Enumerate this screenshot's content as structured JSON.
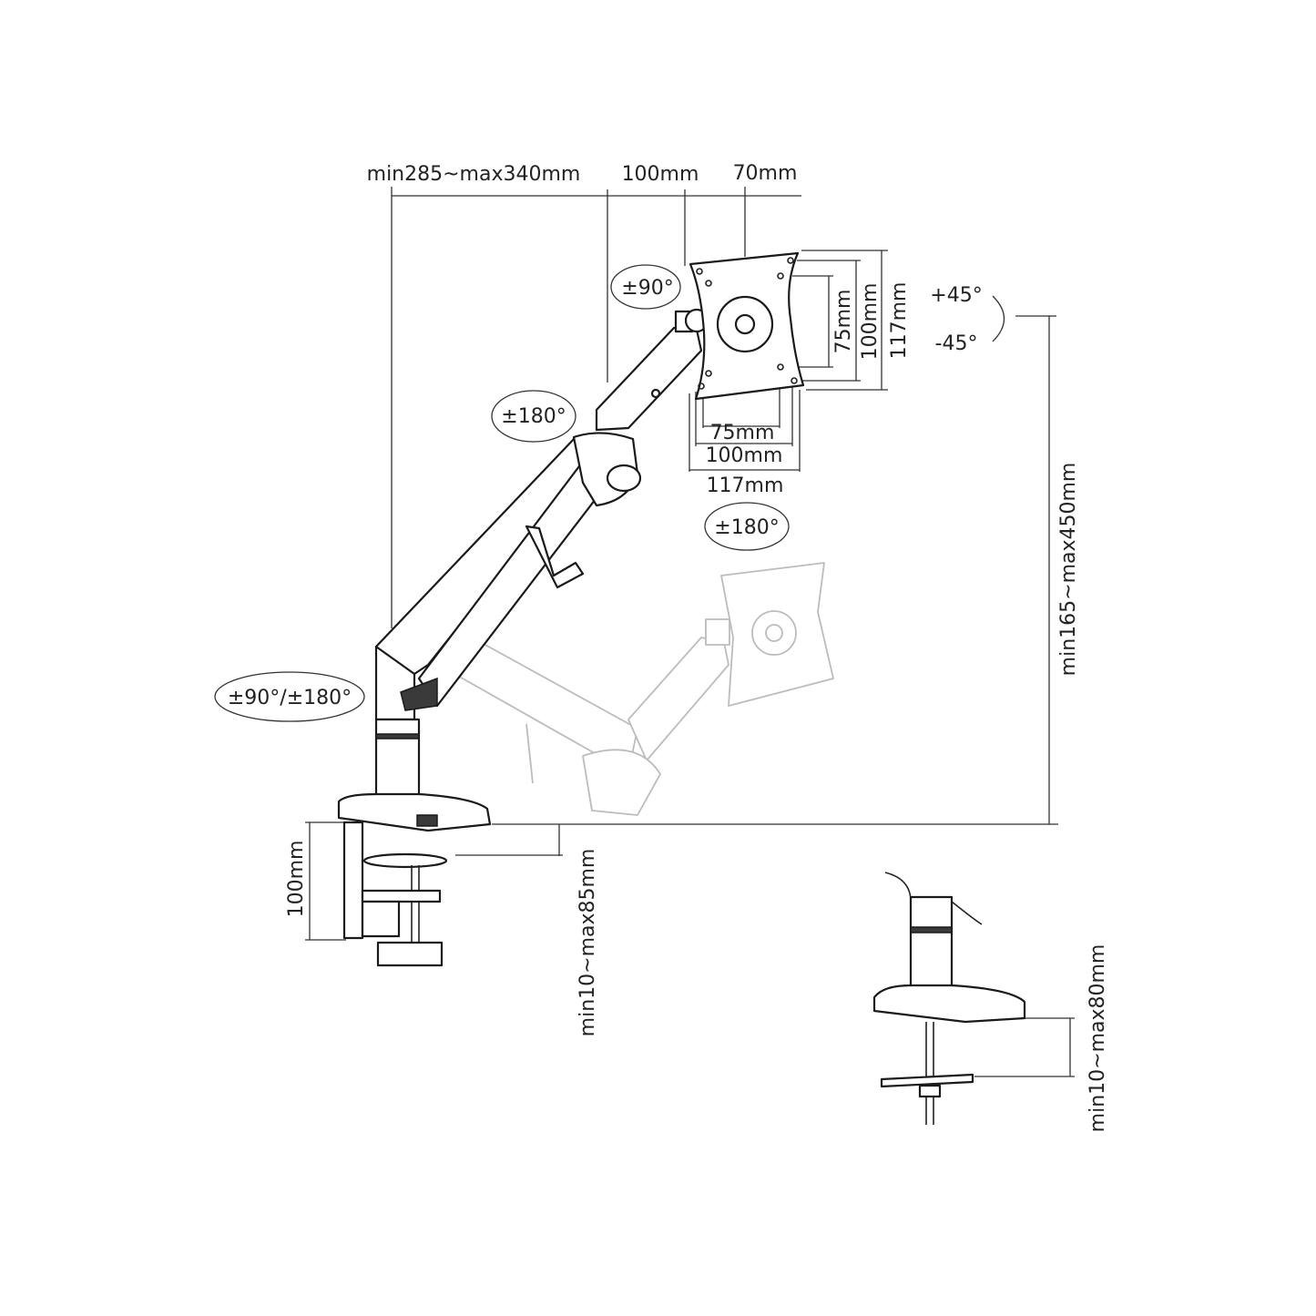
{
  "dimensions": {
    "arm_reach": "min285~max340mm",
    "head_offset": "100mm",
    "plate_depth": "70mm",
    "vesa_v_75": "75mm",
    "vesa_v_100": "100mm",
    "vesa_v_117": "117mm",
    "vesa_h_75": "75mm",
    "vesa_h_100": "100mm",
    "vesa_h_117": "117mm",
    "height_range": "min165~max450mm",
    "clamp_height": "100mm",
    "clamp_desk_range": "min10~max85mm",
    "grommet_desk_range": "min10~max80mm"
  },
  "rotations": {
    "head_swivel": "±90°",
    "elbow": "±180°",
    "plate_rotation": "±180°",
    "base": "±90°/±180°",
    "tilt_up": "+45°",
    "tilt_down": "-45°"
  }
}
